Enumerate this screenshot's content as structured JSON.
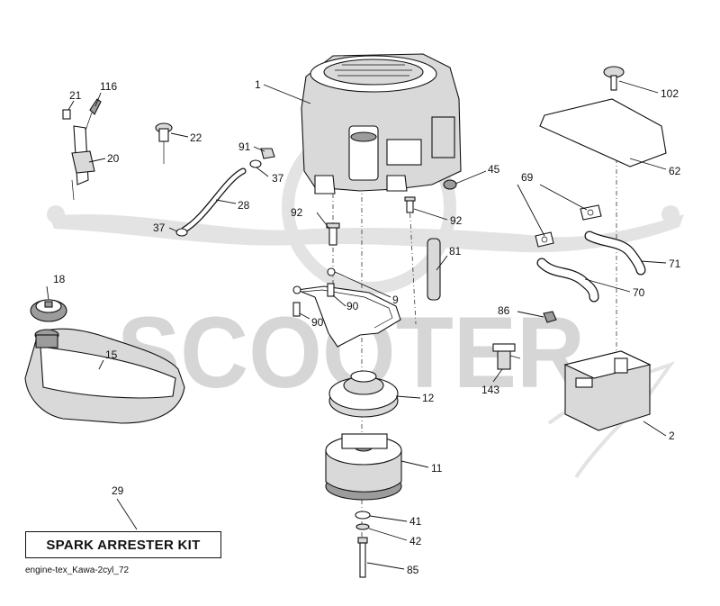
{
  "watermark": {
    "text": "SCOOTER"
  },
  "callouts": {
    "c1": "1",
    "c2": "2",
    "c9": "9",
    "c11": "11",
    "c12": "12",
    "c15": "15",
    "c18": "18",
    "c20": "20",
    "c21": "21",
    "c22": "22",
    "c28": "28",
    "c29": "29",
    "c37a": "37",
    "c37b": "37",
    "c41": "41",
    "c42": "42",
    "c45": "45",
    "c62": "62",
    "c69": "69",
    "c70": "70",
    "c71": "71",
    "c81": "81",
    "c85": "85",
    "c86": "86",
    "c90a": "90",
    "c90b": "90",
    "c91": "91",
    "c92a": "92",
    "c92b": "92",
    "c102": "102",
    "c116": "116",
    "c143": "143"
  },
  "kit_label": "SPARK ARRESTER KIT",
  "caption": "engine-tex_Kawa-2cyl_72",
  "colors": {
    "line": "#111111",
    "watermark": "#d6d6d6",
    "background": "#ffffff"
  }
}
